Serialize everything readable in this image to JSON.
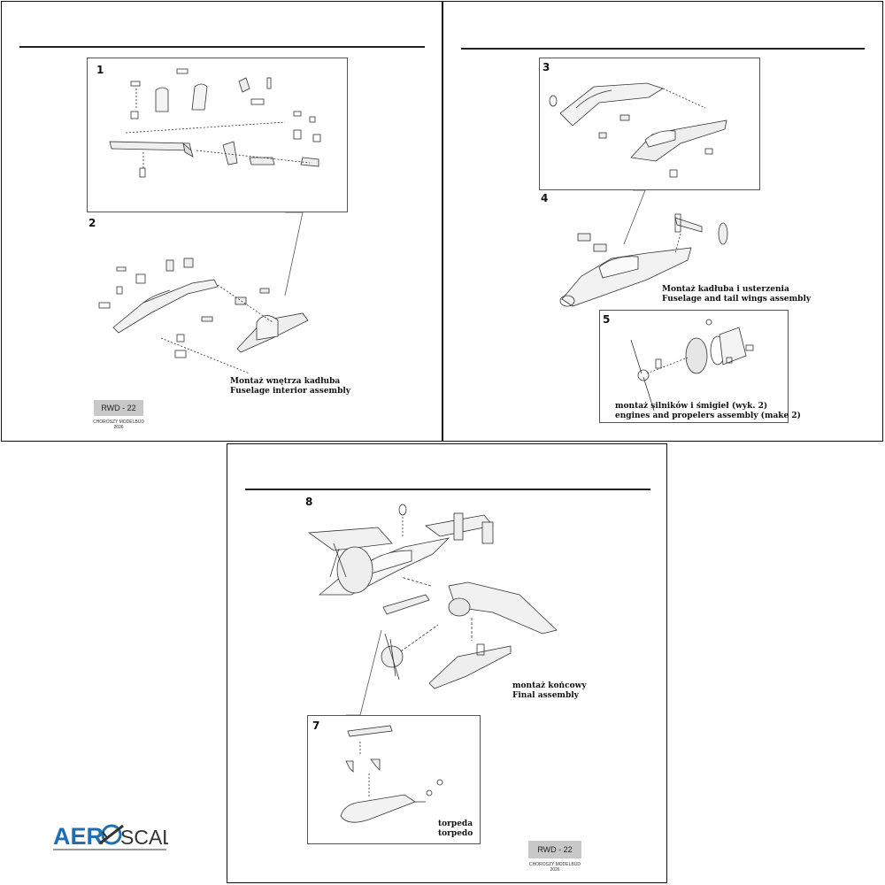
{
  "sheet_left": {
    "step1": "1",
    "step2": "2",
    "caption_pl": "Montaż wnętrza kadłuba",
    "caption_en": "Fuselage interior assembly",
    "tag": "RWD - 22",
    "publisher": "CHOROSZY MODELBUD",
    "publisher_year": "2026"
  },
  "sheet_right": {
    "step3": "3",
    "step4": "4",
    "step5": "5",
    "caption4_pl": "Montaż kadłuba i usterzenia",
    "caption4_en": "Fuselage and tail wings assembly",
    "caption5_pl": "montaż silników i śmigieł (wyk. 2)",
    "caption5_en": "engines and propelers assembly (make 2)"
  },
  "sheet_bottom": {
    "step8": "8",
    "step7": "7",
    "caption8_pl": "montaż końcowy",
    "caption8_en": "Final assembly",
    "caption7_pl": "torpeda",
    "caption7_en": "torpedo",
    "tag": "RWD - 22",
    "publisher": "CHOROSZY MODELBUD",
    "publisher_year": "2026"
  },
  "watermark": {
    "part1": "AER",
    "part2": "SCALE"
  }
}
